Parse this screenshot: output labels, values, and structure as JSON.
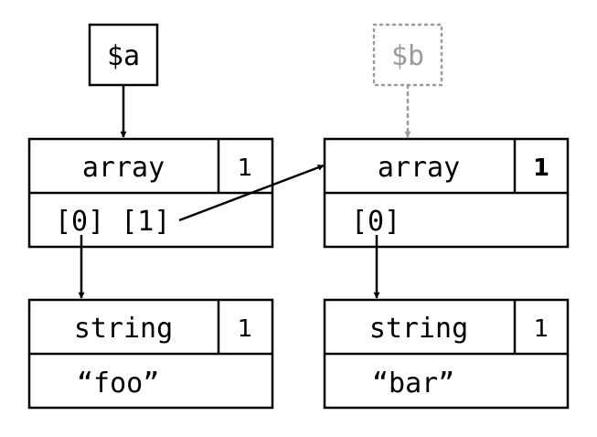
{
  "variables": {
    "a": {
      "label": "$a"
    },
    "b": {
      "label": "$b"
    }
  },
  "nodes": {
    "array_left": {
      "type": "array",
      "refcount": "1",
      "entries": "[0] [1]"
    },
    "array_right": {
      "type": "array",
      "refcount": "1",
      "refcount_color": "#b86a24",
      "entries": "[0]"
    },
    "string_left": {
      "type": "string",
      "refcount": "1",
      "value": "“foo”"
    },
    "string_right": {
      "type": "string",
      "refcount": "1",
      "value": "“bar”"
    }
  },
  "colors": {
    "stroke": "#000000",
    "inactive": "#9a9a9a",
    "highlight": "#b86a24"
  }
}
